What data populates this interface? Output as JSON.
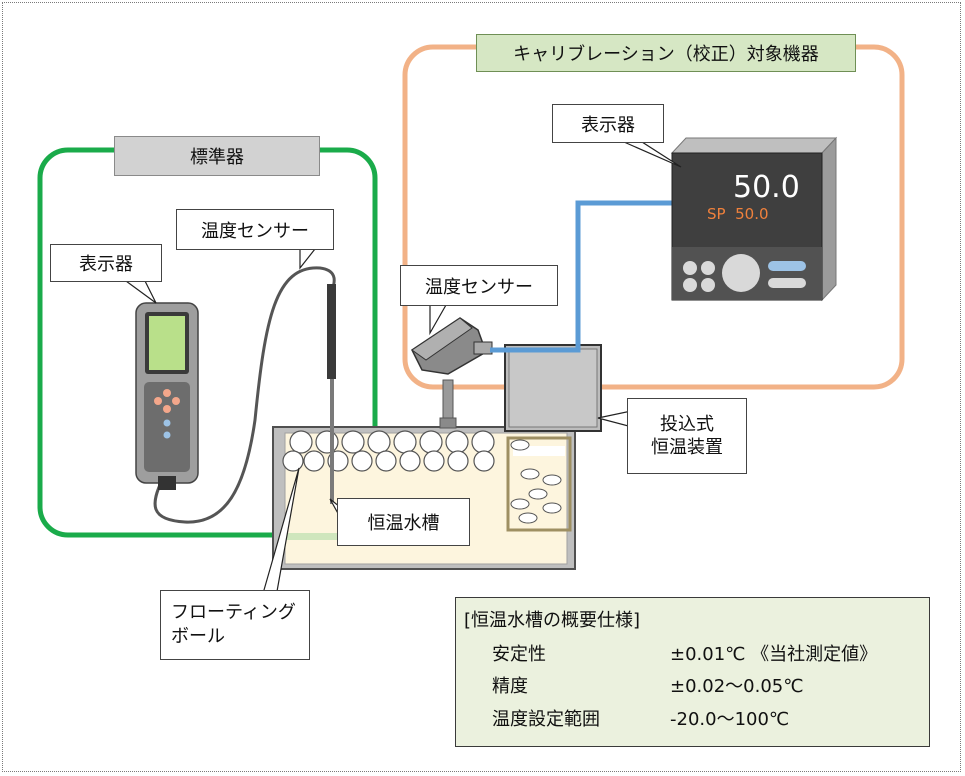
{
  "groups": {
    "calibration_target": "キャリブレーション（校正）対象機器",
    "standard": "標準器"
  },
  "callouts": {
    "std_display": "表示器",
    "std_sensor": "温度センサー",
    "target_display": "表示器",
    "target_sensor": "温度センサー",
    "immersion_unit_line1": "投込式",
    "immersion_unit_line2": "恒温装置",
    "water_bath": "恒温水槽",
    "floating_ball_line1": "フローティング",
    "floating_ball_line2": "ボール"
  },
  "controller": {
    "pv": "50.0",
    "sp_label": "SP",
    "sp_value": "50.0"
  },
  "spec": {
    "heading": "[恒温水槽の概要仕様]",
    "rows": [
      {
        "label": "安定性",
        "value": "±0.01℃ 《当社測定値》"
      },
      {
        "label": "精度",
        "value": "±0.02～0.05℃"
      },
      {
        "label": "温度設定範囲",
        "value": "-20.0～100℃"
      }
    ]
  },
  "colors": {
    "standard_outline": "#1aab4a",
    "target_outline": "#f2b287",
    "signal_wire": "#5b9bd5",
    "bath_water": "#fdf5de"
  }
}
